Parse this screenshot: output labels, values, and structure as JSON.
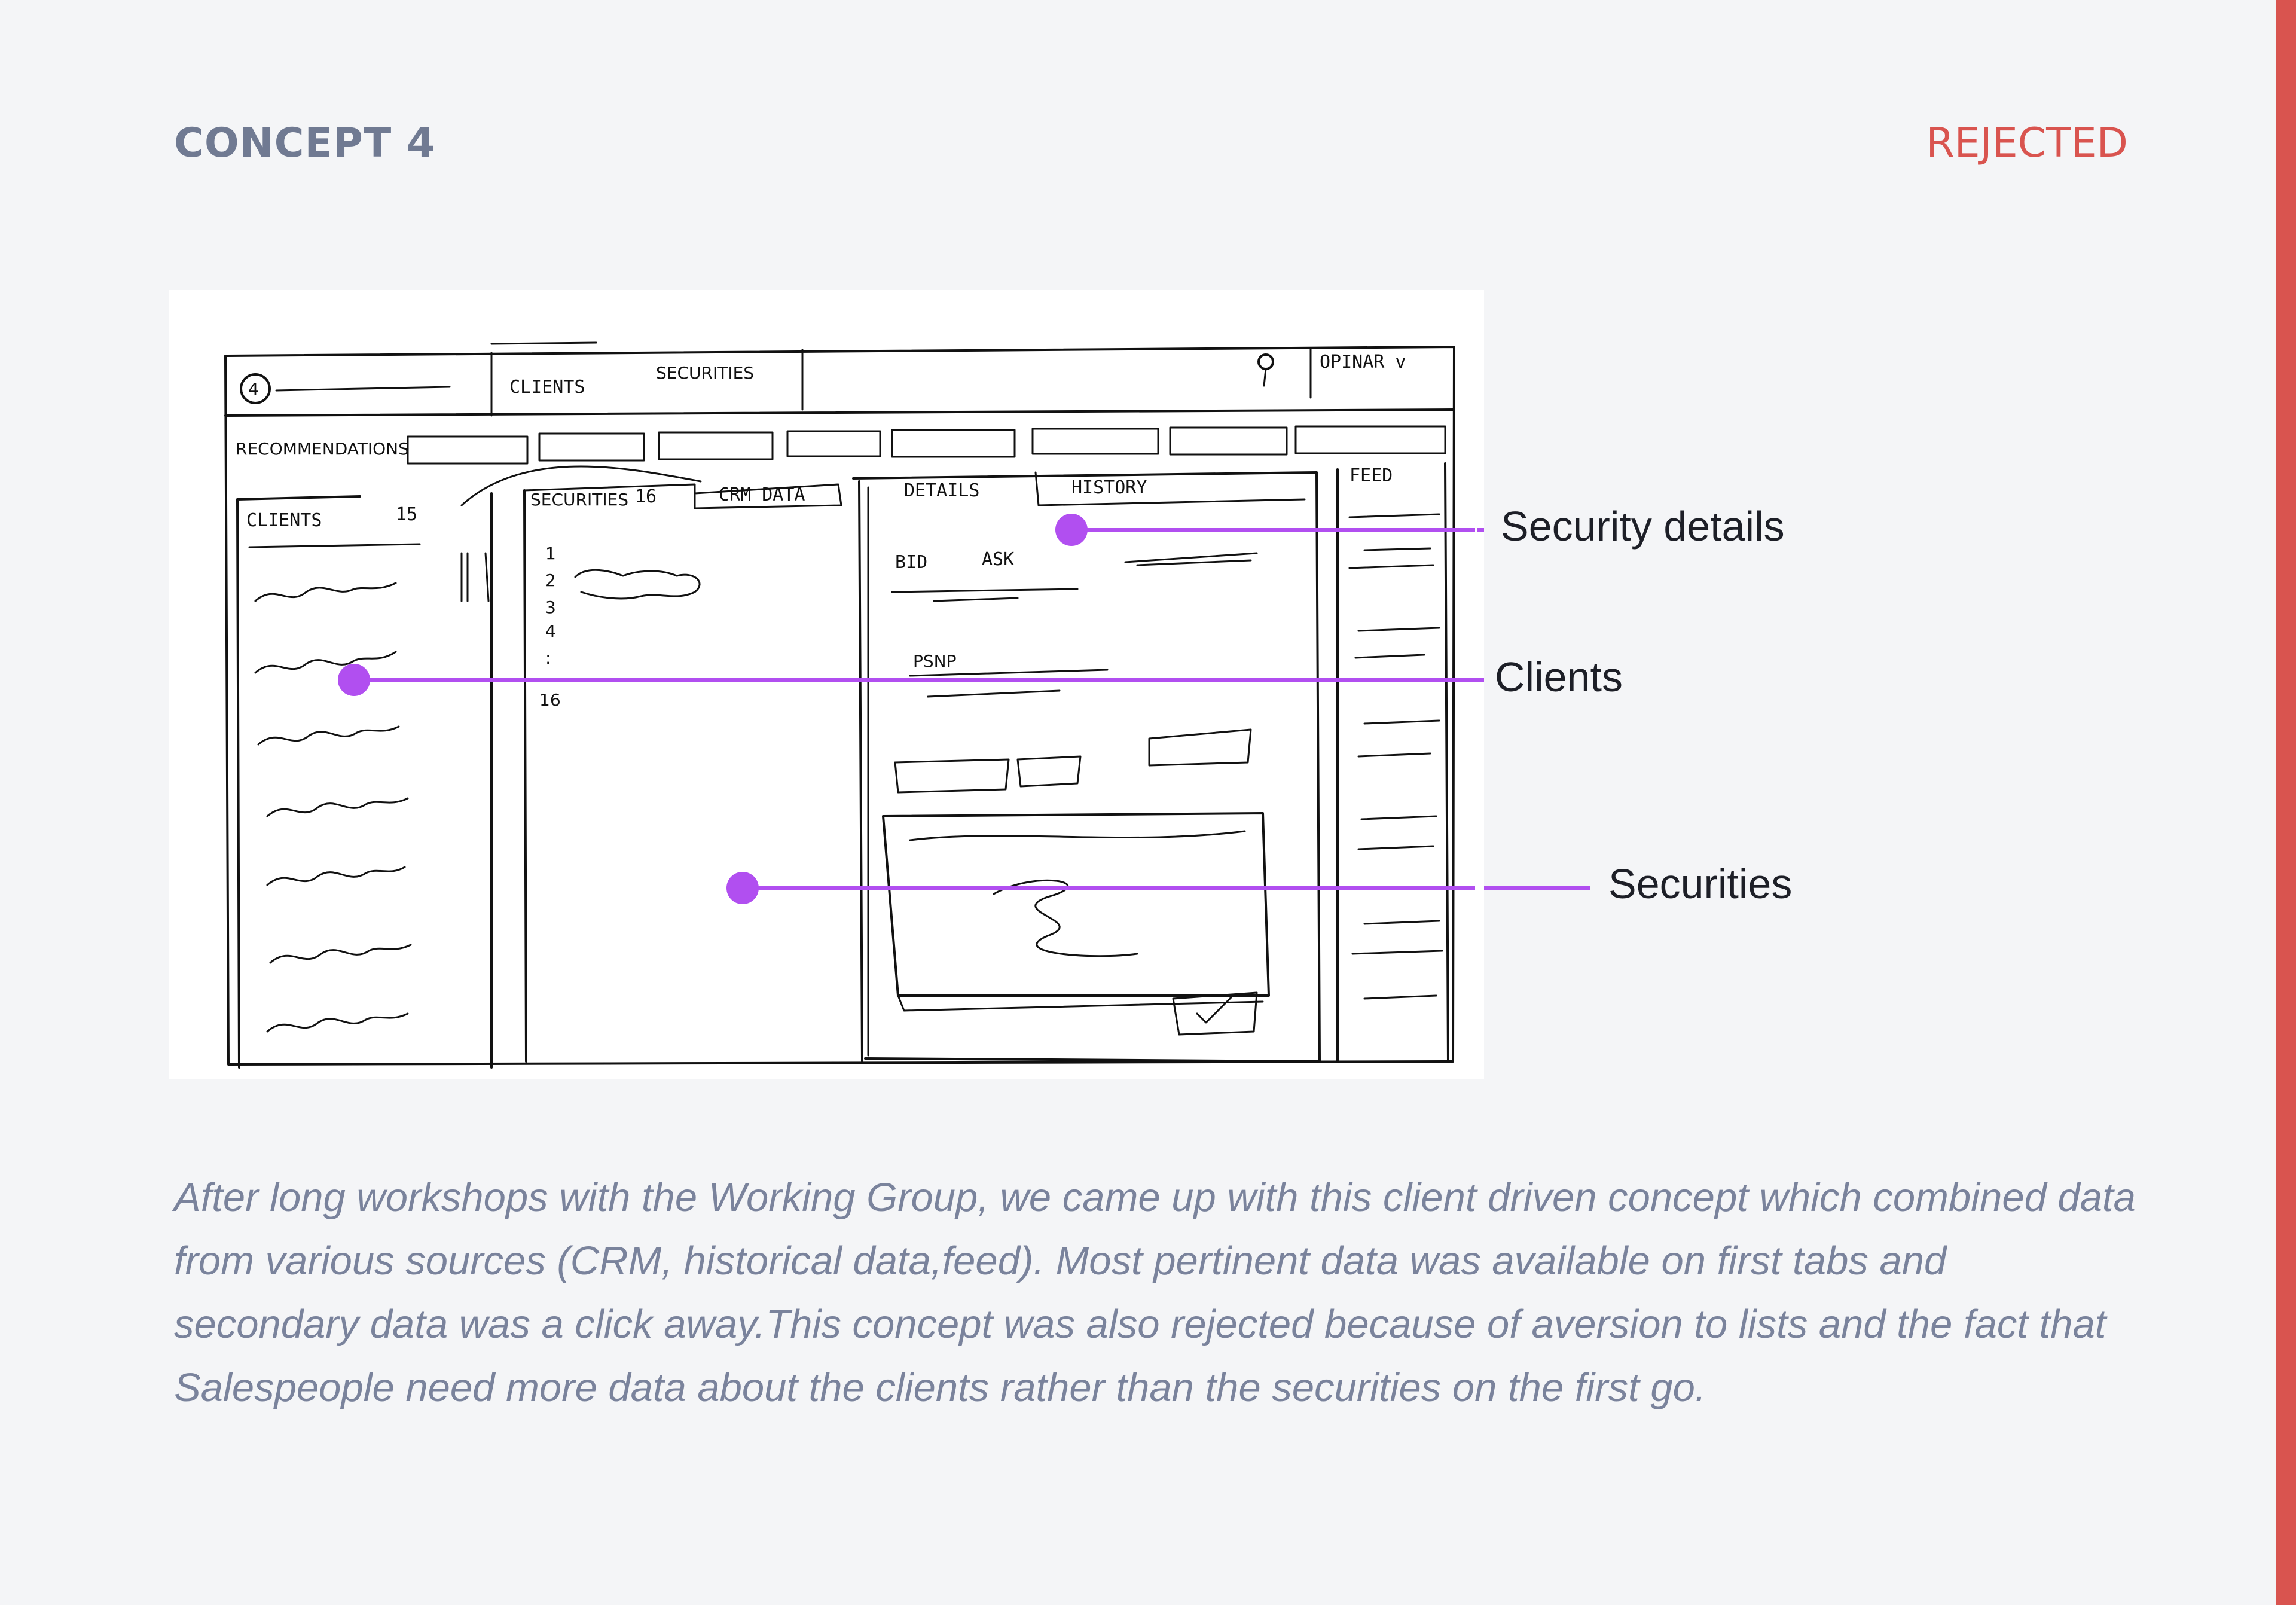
{
  "header": {
    "concept": "CONCEPT 4",
    "status": "REJECTED"
  },
  "colors": {
    "background": "#f4f5f7",
    "accent_red": "#d9544f",
    "callout_purple": "#b14ff0",
    "heading_gray": "#707a92",
    "body_gray": "#7a839c"
  },
  "sketch": {
    "nav": {
      "clients_tab": "CLIENTS",
      "securities_tab": "SECURITIES",
      "user_menu": "OPINAR v"
    },
    "recommendations_label": "RECOMMENDATIONS",
    "clients_panel": {
      "title": "CLIENTS",
      "count": "15"
    },
    "securities_panel": {
      "tab_securities": "SECURITIES",
      "count": "16",
      "tab_crm": "CRM DATA",
      "row_numbers": [
        "1",
        "2",
        "3",
        "4",
        ":",
        "16"
      ]
    },
    "details_panel": {
      "tab_details": "DETAILS",
      "tab_history": "HISTORY",
      "bid_label": "BID",
      "ask_label": "ASK",
      "pnp_label": "PSNP"
    },
    "feed_panel": {
      "title": "FEED"
    }
  },
  "callouts": [
    {
      "label": "Security details"
    },
    {
      "label": "Clients"
    },
    {
      "label": "Securities"
    }
  ],
  "description": "After long workshops with the Working Group, we came up with this client driven concept which combined data from various sources (CRM, historical data,feed). Most pertinent data was available on first tabs and secondary data was a click away.This concept was also rejected because of aversion to lists and the fact that Salespeople need more data about the clients rather than the securities on the first go."
}
